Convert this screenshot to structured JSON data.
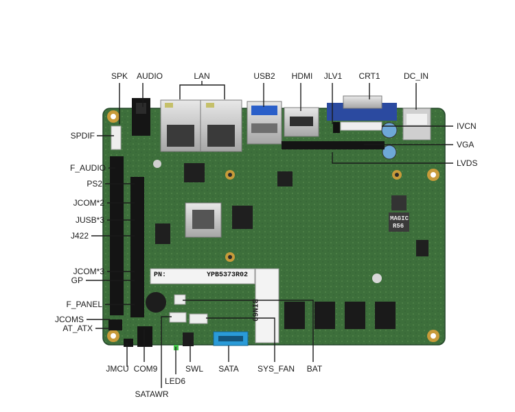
{
  "board": {
    "silkscreen_pn_label": "PN:",
    "silkscreen_part_number": "YPB5373R02",
    "silkscreen_bin": "BIN69",
    "inductor_marking": "MAGIC",
    "inductor_code": "R56",
    "colors": {
      "pcb": "#3b6d3a",
      "pcb_dark": "#2c5530",
      "sata": "#2a9bd8",
      "usb3_blue": "#2a5fc9",
      "vga_blue": "#2b4aa0",
      "silk_white": "#f2f2f2",
      "pin_header": "#141414",
      "leader_line": "#1a1a1a"
    }
  },
  "labels": {
    "spk": "SPK",
    "audio": "AUDIO",
    "lan": "LAN",
    "usb2": "USB2",
    "hdmi": "HDMI",
    "jlv1": "JLV1",
    "crt1": "CRT1",
    "dc_in": "DC_IN",
    "ivcn": "IVCN",
    "vga": "VGA",
    "lvds": "LVDS",
    "spdif": "SPDIF",
    "f_audio": "F_AUDIO",
    "ps2": "PS2",
    "jcom2": "JCOM*2",
    "jusb3": "JUSB*3",
    "j422": "J422",
    "jcom3": "JCOM*3",
    "gp": "GP",
    "f_panel": "F_PANEL",
    "jcoms": "JCOMS",
    "at_atx": "AT_ATX",
    "jmcu": "JMCU",
    "com9": "COM9",
    "satawr": "SATAWR",
    "led6": "LED6",
    "swl": "SWL",
    "sata": "SATA",
    "sys_fan": "SYS_FAN",
    "bat": "BAT"
  }
}
